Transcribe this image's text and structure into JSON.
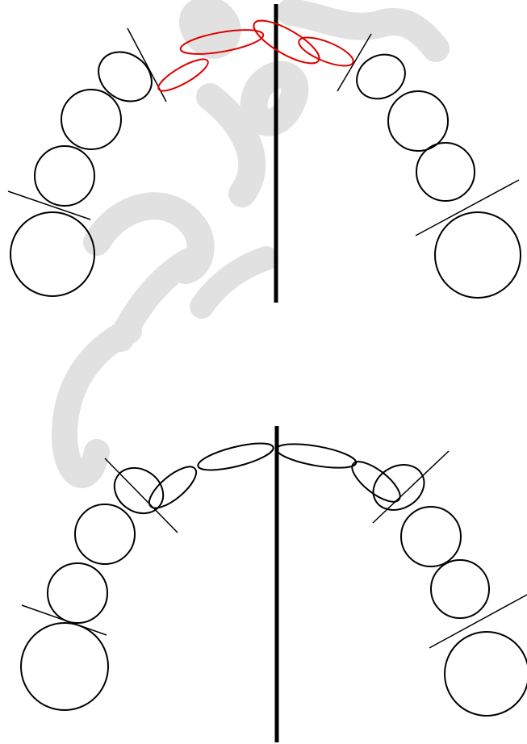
{
  "figure": {
    "watermark": {
      "text": "معهد المنار",
      "color": "#d9d9d9"
    },
    "colors": {
      "outline": "#000000",
      "highlight": "#e00000",
      "midline": "#000000"
    },
    "arches": [
      {
        "name": "upper-arch",
        "highlighted_teeth": [
          "right-central-incisor",
          "right-lateral-incisor",
          "left-central-incisor",
          "left-lateral-incisor"
        ]
      },
      {
        "name": "lower-arch",
        "highlighted_teeth": []
      }
    ]
  }
}
